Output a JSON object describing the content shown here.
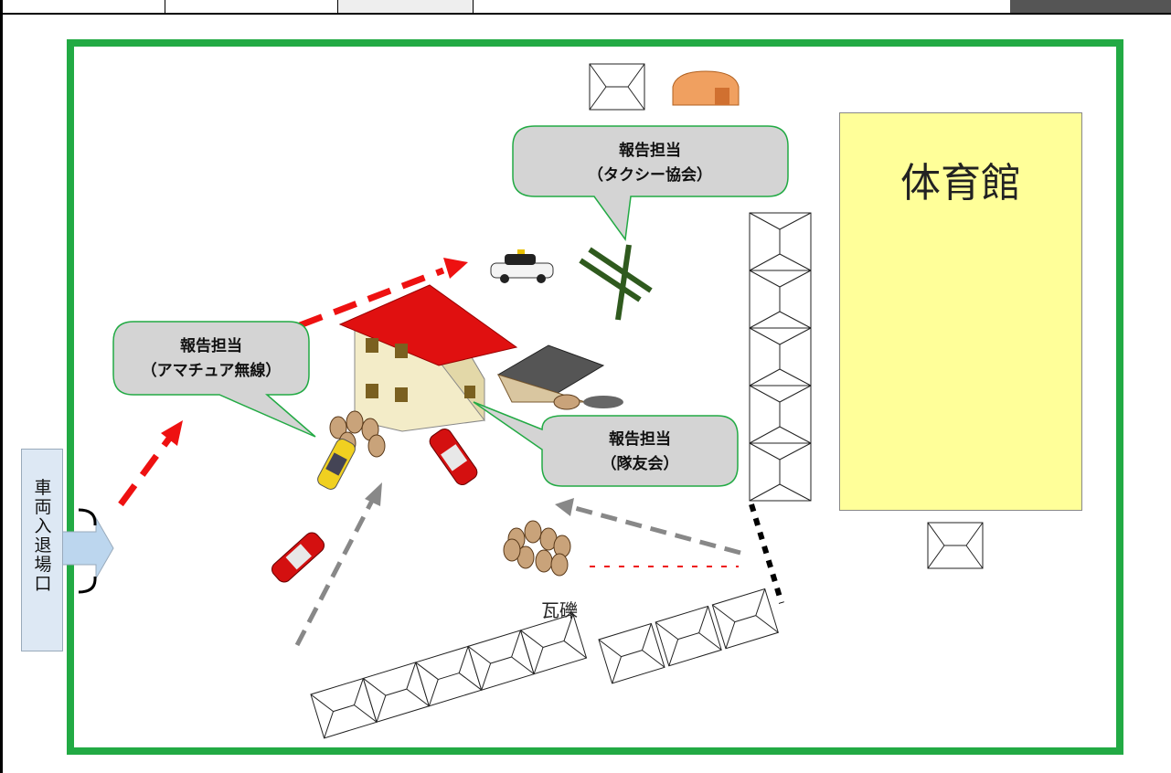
{
  "gym": {
    "label": "体育館"
  },
  "bubbles": [
    {
      "line1": "報告担当",
      "line2": "（タクシー協会）"
    },
    {
      "line1": "報告担当",
      "line2": "（アマチュア無線）"
    },
    {
      "line1": "報告担当",
      "line2": "（隊友会）"
    }
  ],
  "gate": {
    "label": "車両入退場口"
  },
  "rubble": {
    "label": "瓦礫"
  },
  "colors": {
    "field_border": "#22aa44",
    "gym_fill": "#ffff99",
    "arrow_red": "#ee1111",
    "arrow_gray": "#888888",
    "bubble_fill": "#d4d4d4",
    "bubble_border": "#22aa44"
  }
}
